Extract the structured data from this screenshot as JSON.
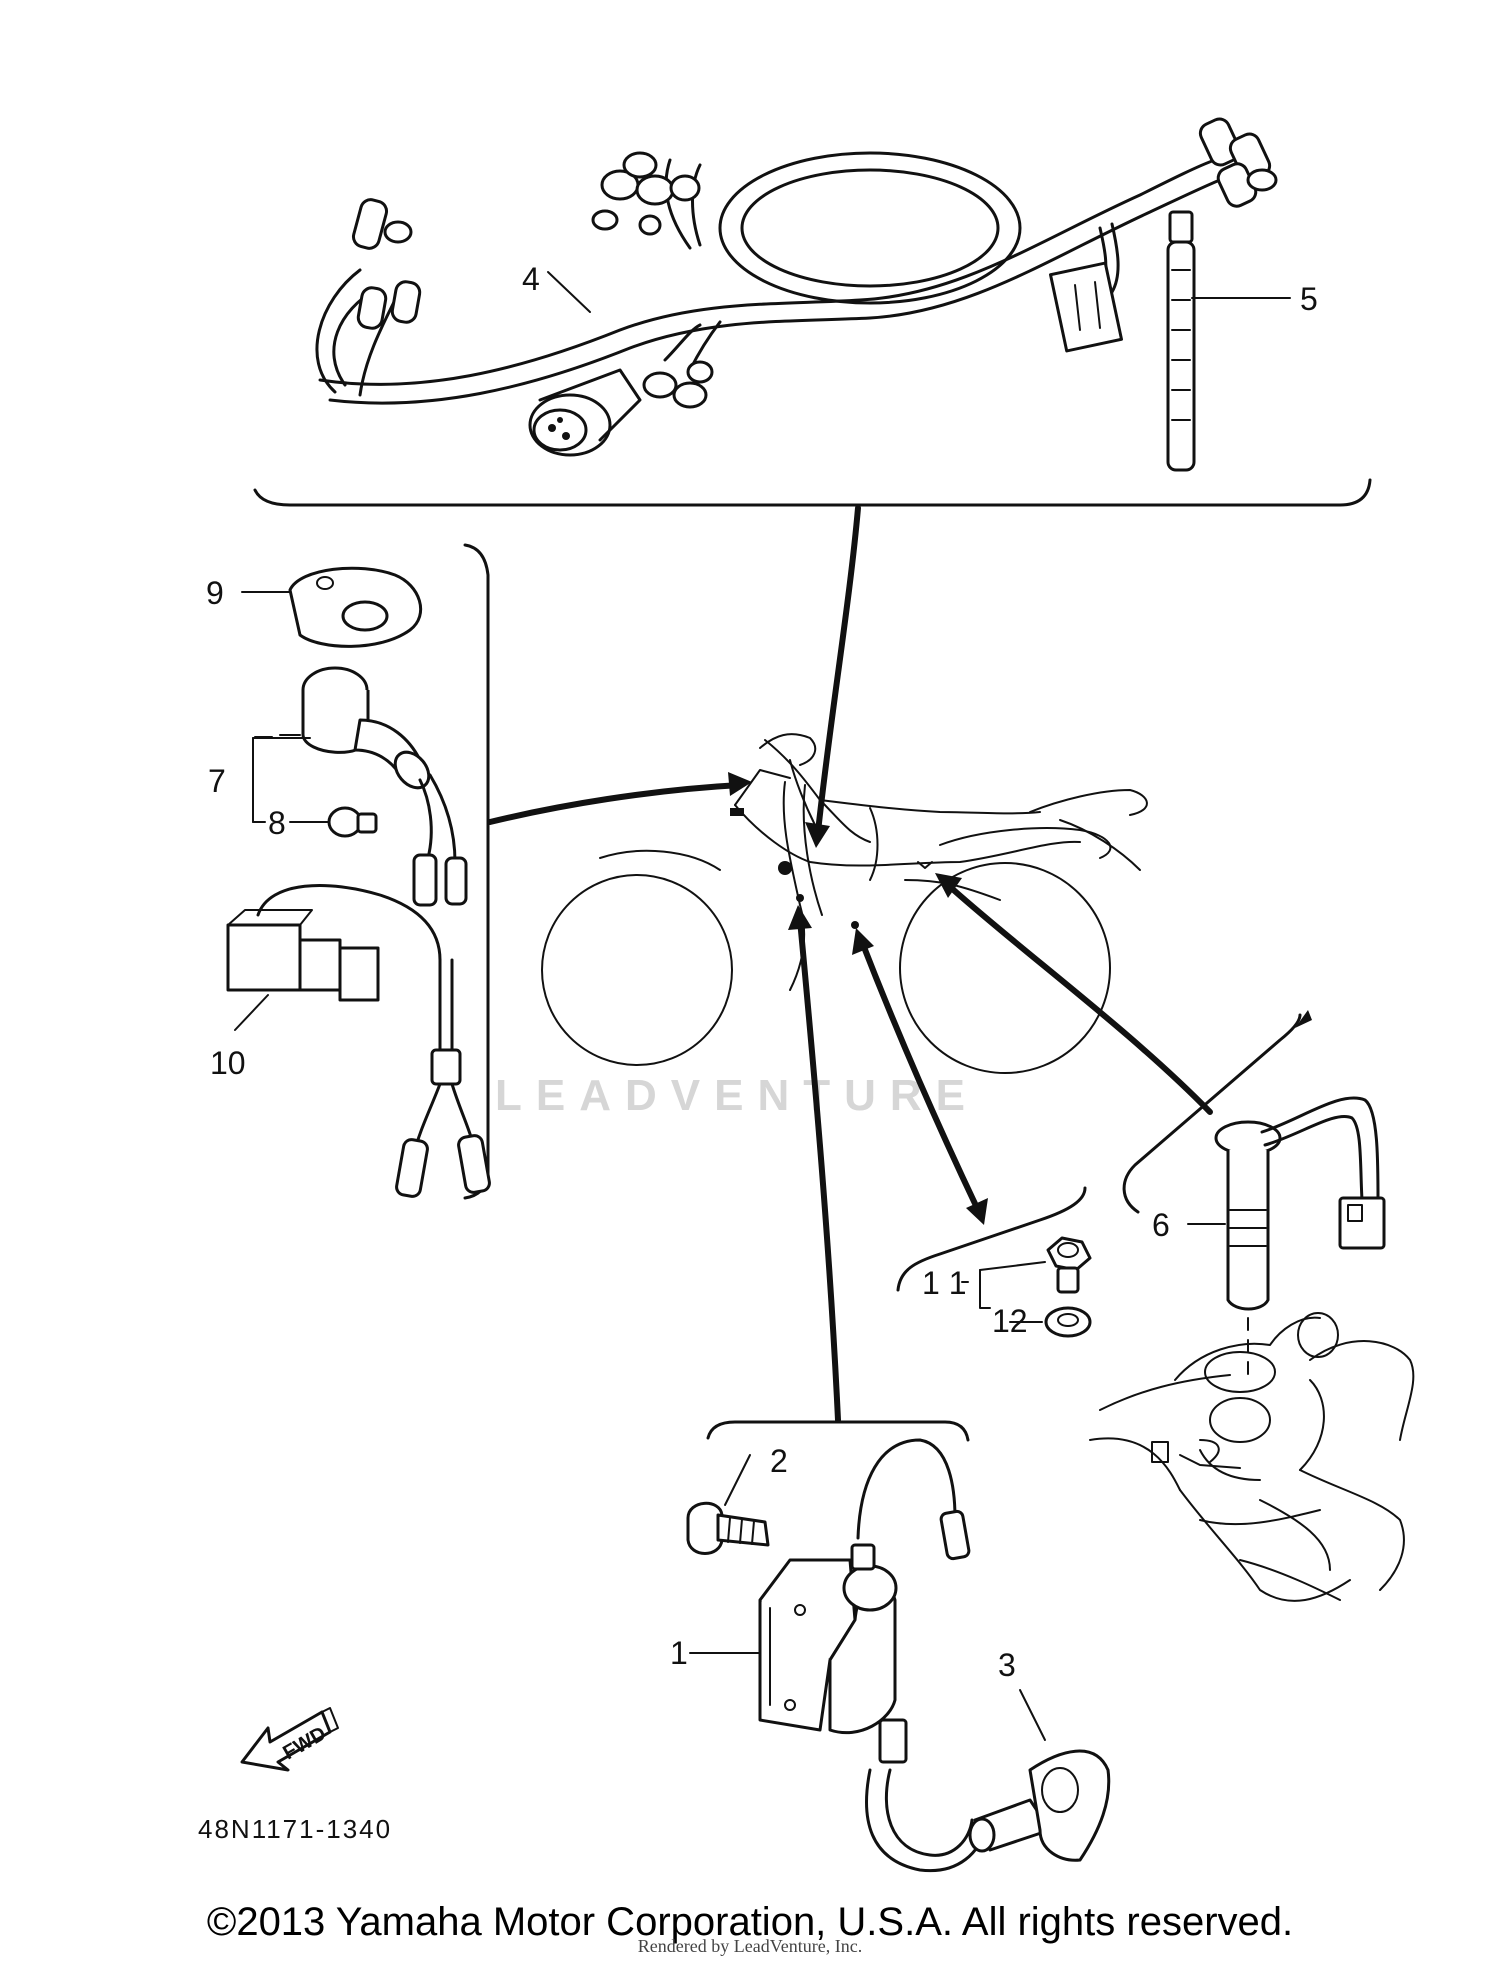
{
  "callouts": {
    "c1": "1",
    "c2": "2",
    "c3": "3",
    "c4": "4",
    "c5": "5",
    "c6": "6",
    "c7": "7",
    "c8": "8",
    "c9": "9",
    "c10": "10",
    "c11": "1 1",
    "c12": "12"
  },
  "fwd_label": "FWD",
  "diagram_code": "48N1171-1340",
  "watermark": "LEADVENTURE",
  "copyright": "©2013 Yamaha Motor Corporation, U.S.A. All rights reserved.",
  "rendered_by": "Rendered by LeadVenture, Inc."
}
